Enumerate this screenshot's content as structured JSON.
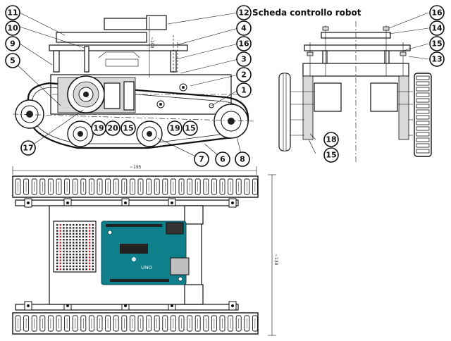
{
  "title": "Scheda controllo robot",
  "dimensions": {
    "height_side": "~100",
    "width_plan": "~195",
    "depth_plan": "~130"
  },
  "board": {
    "silkscreen_label": "UNO",
    "color": "#0f7f8c",
    "protoboard_color": "#cc2222"
  },
  "side_view_callouts": [
    "11",
    "12",
    "10",
    "4",
    "9",
    "16",
    "3",
    "5",
    "2",
    "1",
    "19",
    "20",
    "15",
    "19",
    "15",
    "17",
    "7",
    "6",
    "8"
  ],
  "front_view_callouts": [
    "16",
    "14",
    "15",
    "13",
    "18",
    "15"
  ],
  "colors": {
    "line": "#111111",
    "track_fill": "#ffffff",
    "shading": "#d9d9d9"
  }
}
